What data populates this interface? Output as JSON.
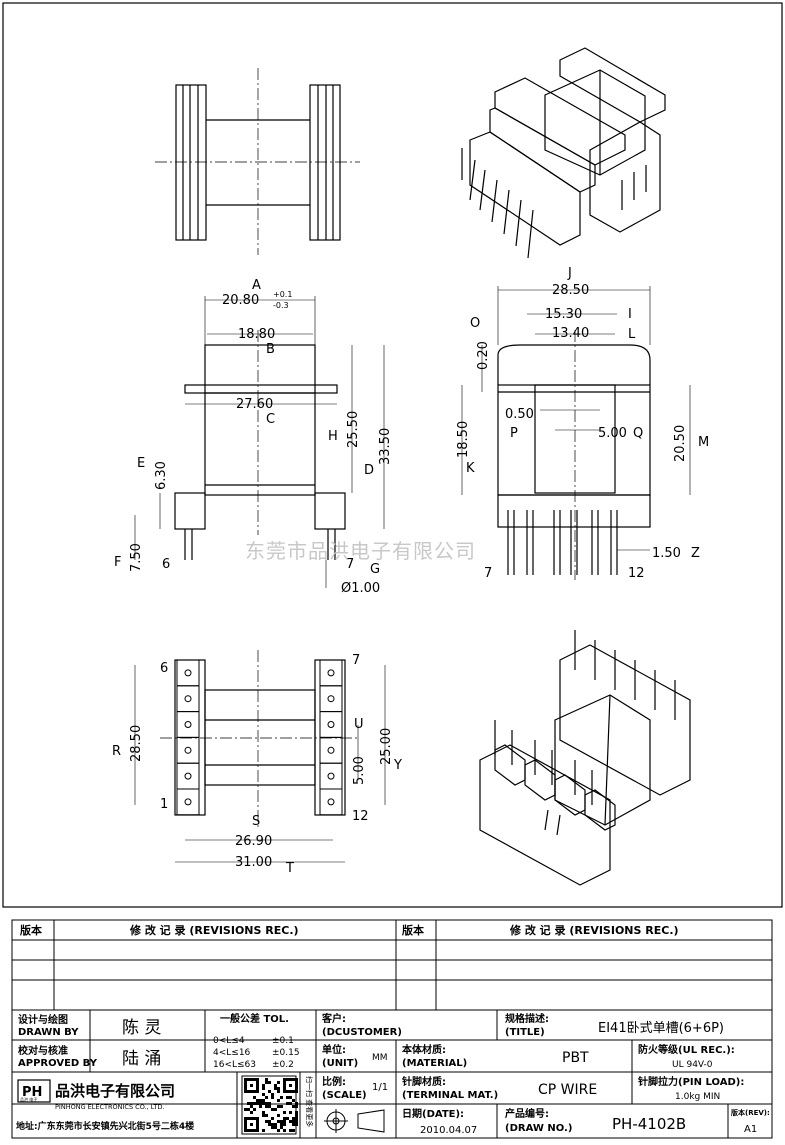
{
  "drawing": {
    "dims": {
      "a": "20.80",
      "a_tol_up": "+0.1",
      "a_tol_dn": "-0.3",
      "b": "18.80",
      "c": "27.60",
      "h": "25.50",
      "d": "33.50",
      "e": "6.30",
      "f": "7.50",
      "g_pin": "7",
      "g_dia": "Ø1.00",
      "j": "28.50",
      "i": "15.30",
      "l": "13.40",
      "o": "0.20",
      "p": "0.50",
      "q": "5.00",
      "k": "18.50",
      "m": "20.50",
      "z": "1.50",
      "r": "28.50",
      "u": "5.00",
      "y": "25.00",
      "s": "26.90",
      "t": "31.00"
    },
    "letters": {
      "A": "A",
      "B": "B",
      "C": "C",
      "D": "D",
      "E": "E",
      "F": "F",
      "G": "G",
      "H": "H",
      "I": "I",
      "J": "J",
      "K": "K",
      "L": "L",
      "M": "M",
      "O": "O",
      "P": "P",
      "Q": "Q",
      "R": "R",
      "S": "S",
      "T": "T",
      "U": "U",
      "Y": "Y",
      "Z": "Z"
    },
    "pin_labels": {
      "side_6": "6",
      "side_7": "7",
      "front_7": "7",
      "front_12": "12",
      "bottom_6": "6",
      "bottom_7": "7",
      "bottom_1": "1",
      "bottom_12": "12"
    },
    "watermark": "东莞市品洪电子有限公司"
  },
  "revisions": {
    "header_version": "版本",
    "header_record": "修 改 记 录 (REVISIONS REC.)"
  },
  "titleblock": {
    "designed_label_cn": "设计与绘图",
    "designed_label_en": "DRAWN BY",
    "designed_value": "陈 灵",
    "approved_label_cn": "校对与核准",
    "approved_label_en": "APPROVED BY",
    "approved_value": "陆 涌",
    "tol_title": "一般公差 TOL.",
    "tol_rows": [
      {
        "range": "0<L≤4",
        "value": "±0.1"
      },
      {
        "range": "4<L≤16",
        "value": "±0.15"
      },
      {
        "range": "16<L≤63",
        "value": "±0.2"
      }
    ],
    "customer_cn": "客户:",
    "customer_en": "(DCUSTOMER)",
    "title_cn": "规格描述:",
    "title_en": "(TITLE)",
    "title_value": "EI41卧式单槽(6+6P)",
    "unit_cn": "单位:",
    "unit_en": "(UNIT)",
    "unit_value": "MM",
    "material_cn": "本体材质:",
    "material_en": "(MATERIAL)",
    "material_value": "PBT",
    "ul_label": "防火等级(UL REC.):",
    "ul_value": "UL 94V-0",
    "scale_cn": "比例:",
    "scale_en": "(SCALE)",
    "scale_value": "1/1",
    "terminal_cn": "针脚材质:",
    "terminal_en": "(TERMINAL MAT.)",
    "terminal_value": "CP WIRE",
    "pinload_label": "针脚拉力(PIN LOAD):",
    "pinload_value": "1.0kg MIN",
    "date_cn": "日期(DATE):",
    "date_value": "2010.04.07",
    "drawno_cn": "产品编号:",
    "drawno_en": "(DRAW NO.)",
    "drawno_value": "PH-4102B",
    "rev_label": "版本(REV):",
    "rev_value": "A1",
    "company_cn": "品洪电子有限公司",
    "company_en": "PINHONG ELECTRONICS CO., LTD.",
    "logo_text": "PH",
    "logo_sub": "品洪 电子",
    "address": "地址:广东东莞市长安镇先兴北街5号二栋4楼",
    "qr_side": "扫一扫 查看更多"
  }
}
